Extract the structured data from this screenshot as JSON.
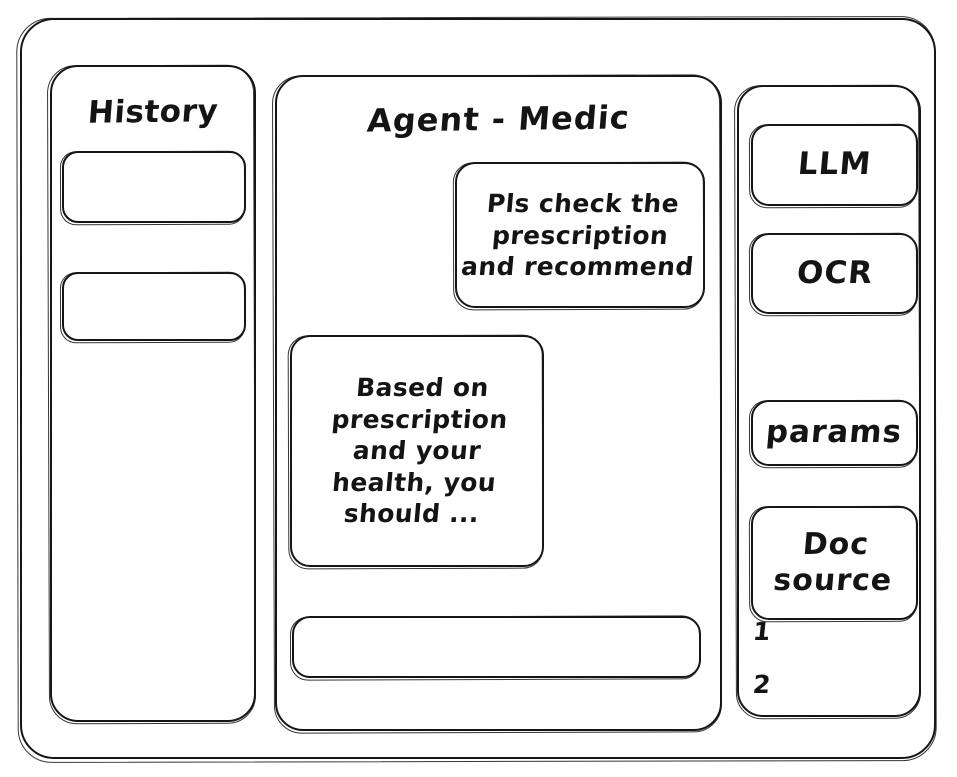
{
  "frame": {
    "label": "app-window"
  },
  "history_panel": {
    "title": "History",
    "items": [
      {
        "label": ""
      },
      {
        "label": ""
      }
    ]
  },
  "main_panel": {
    "title": "Agent - Medic",
    "messages": [
      {
        "role": "user",
        "text": "Pls check the\nprescription\nand recommend"
      },
      {
        "role": "agent",
        "text": "Based on\nprescription\nand your\nhealth, you\nshould ..."
      }
    ],
    "composer": {
      "value": "",
      "placeholder": ""
    }
  },
  "tools_panel": {
    "buttons": [
      {
        "label": "LLM"
      },
      {
        "label": "OCR"
      },
      {
        "label": "params"
      },
      {
        "label": "Doc\nsource"
      }
    ],
    "doc_list": [
      {
        "label": "1"
      },
      {
        "label": "2"
      }
    ]
  },
  "colors": {
    "stroke": "#151515",
    "background": "#ffffff"
  }
}
